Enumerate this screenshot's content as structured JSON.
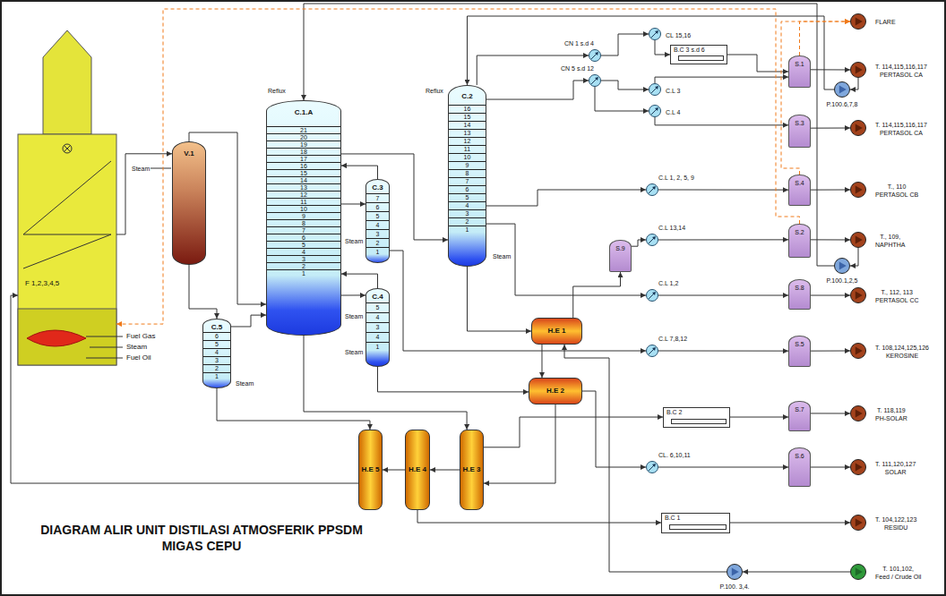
{
  "diagram": {
    "title": "DIAGRAM ALIR UNIT DISTILASI ATMOSFERIK PPSDM MIGAS CEPU",
    "nodes": [
      {
        "text": [
          "F 1,2,3,4,5"
        ]
      },
      {
        "text": [
          "V.1"
        ]
      },
      {
        "text": [
          "C.1.A",
          "21",
          "20",
          "19",
          "18",
          "17",
          "16",
          "15",
          "14",
          "13",
          "12",
          "11",
          "10",
          "9",
          "8",
          "7",
          "6",
          "5",
          "4",
          "3",
          "2",
          "1"
        ]
      },
      {
        "text": [
          "C.3",
          "7",
          "6",
          "5",
          "4",
          "3",
          "2",
          "1"
        ]
      },
      {
        "text": [
          "C.4",
          "5",
          "4",
          "3",
          "4",
          "1"
        ]
      },
      {
        "text": [
          "C.5",
          "6",
          "5",
          "4",
          "3",
          "2",
          "1"
        ]
      },
      {
        "text": [
          "C.2",
          "16",
          "15",
          "14",
          "13",
          "12",
          "11",
          "10",
          "9",
          "8",
          "7",
          "6",
          "5",
          "4",
          "3",
          "2",
          "1"
        ]
      },
      {
        "text": [
          "CN 1 s.d 4"
        ]
      },
      {
        "text": [
          "CN 5 s.d 12"
        ]
      },
      {
        "text": [
          "CL 15,16"
        ]
      },
      {
        "text": [
          "B.C 3 s.d 6"
        ]
      },
      {
        "text": [
          "C.L 3"
        ]
      },
      {
        "text": [
          "C.L 4"
        ]
      },
      {
        "text": [
          "C.L 1, 2, 5, 9"
        ]
      },
      {
        "text": [
          "S.9"
        ]
      },
      {
        "text": [
          "C.L 13,14"
        ]
      },
      {
        "text": [
          "C.L 1,2"
        ]
      },
      {
        "text": [
          "H.E 1"
        ]
      },
      {
        "text": [
          "C.L 7,8,12"
        ]
      },
      {
        "text": [
          "H.E 2"
        ]
      },
      {
        "text": [
          "H.E 5"
        ]
      },
      {
        "text": [
          "H.E 4"
        ]
      },
      {
        "text": [
          "H.E 3"
        ]
      },
      {
        "text": [
          "B.C 2"
        ]
      },
      {
        "text": [
          "CL. 6,10,11"
        ]
      },
      {
        "text": [
          "B.C 1"
        ]
      },
      {
        "text": [
          "S.1"
        ]
      },
      {
        "text": [
          "S.3"
        ]
      },
      {
        "text": [
          "S.4"
        ]
      },
      {
        "text": [
          "S.2"
        ]
      },
      {
        "text": [
          "S.8"
        ]
      },
      {
        "text": [
          "S.5"
        ]
      },
      {
        "text": [
          "S.7"
        ]
      },
      {
        "text": [
          "S.6"
        ]
      },
      {
        "text": [
          "FLARE"
        ]
      },
      {
        "text": [
          "T. 114,115,116,117",
          "PERTASOL CA"
        ]
      },
      {
        "text": [
          "P.100.6,7,8"
        ]
      },
      {
        "text": [
          "T. 114,115,116,117",
          "PERTASOL CA"
        ]
      },
      {
        "text": [
          "T., 110",
          "PERTASOL CB"
        ]
      },
      {
        "text": [
          "T., 109,",
          "NAPHTHA"
        ]
      },
      {
        "text": [
          "P.100.1,2,5"
        ]
      },
      {
        "text": [
          "T., 112, 113",
          "PERTASOL CC"
        ]
      },
      {
        "text": [
          "T. 108,124,125,126",
          "KEROSINE"
        ]
      },
      {
        "text": [
          "T. 118,119",
          "PH-SOLAR"
        ]
      },
      {
        "text": [
          "T. 111,120,127",
          "SOLAR"
        ]
      },
      {
        "text": [
          "T. 104,122,123",
          "RESIDU"
        ]
      },
      {
        "text": [
          "P.100. 3,4."
        ]
      },
      {
        "text": [
          "T. 101,102,",
          "Feed / Crude Oil"
        ]
      }
    ],
    "edges": [
      {
        "from": 47,
        "to": 46,
        "arrow": "to"
      },
      {
        "from": 46,
        "to": 17,
        "arrow": "to"
      },
      {
        "from": 17,
        "to": 19,
        "arrow": "to"
      },
      {
        "from": 19,
        "to": 22,
        "arrow": "to"
      },
      {
        "from": 22,
        "to": 21,
        "arrow": "to"
      },
      {
        "from": 21,
        "to": 20,
        "arrow": "to"
      },
      {
        "from": 20,
        "to": 0,
        "arrow": "to"
      },
      {
        "from": 0,
        "to": 1,
        "arrow": "to"
      },
      {
        "from": 1,
        "to": 2,
        "arrow": "to"
      },
      {
        "from": 1,
        "to": 5,
        "arrow": "to"
      },
      {
        "from": 5,
        "to": 2,
        "arrow": "to"
      },
      {
        "from": 2,
        "to": 6,
        "arrow": "to"
      },
      {
        "from": 2,
        "to": 3,
        "arrow": "to"
      },
      {
        "from": 3,
        "to": 2,
        "arrow": "to"
      },
      {
        "from": 2,
        "to": 4,
        "arrow": "to"
      },
      {
        "from": 4,
        "to": 2,
        "arrow": "to"
      },
      {
        "from": 6,
        "to": 7,
        "arrow": "to"
      },
      {
        "from": 6,
        "to": 8,
        "arrow": "to"
      },
      {
        "from": 7,
        "to": 9,
        "arrow": "to"
      },
      {
        "from": 9,
        "to": 10,
        "arrow": "to"
      },
      {
        "from": 10,
        "to": 26,
        "arrow": "to"
      },
      {
        "from": 8,
        "to": 11,
        "arrow": "to"
      },
      {
        "from": 8,
        "to": 12,
        "arrow": "to"
      },
      {
        "from": 11,
        "to": 26,
        "arrow": "to"
      },
      {
        "from": 12,
        "to": 27,
        "arrow": "to"
      },
      {
        "from": 26,
        "to": 35,
        "arrow": "to"
      },
      {
        "from": 27,
        "to": 37,
        "arrow": "to"
      },
      {
        "from": 35,
        "to": 36,
        "arrow": "to"
      },
      {
        "from": 36,
        "to": 6,
        "arrow": "to"
      },
      {
        "from": 6,
        "to": 13,
        "arrow": "to"
      },
      {
        "from": 13,
        "to": 28,
        "arrow": "to"
      },
      {
        "from": 28,
        "to": 38,
        "arrow": "to"
      },
      {
        "from": 6,
        "to": 17,
        "arrow": "to"
      },
      {
        "from": 17,
        "to": 14,
        "arrow": "to"
      },
      {
        "from": 14,
        "to": 15,
        "arrow": "to"
      },
      {
        "from": 15,
        "to": 29,
        "arrow": "to"
      },
      {
        "from": 29,
        "to": 39,
        "arrow": "to"
      },
      {
        "from": 39,
        "to": 40,
        "arrow": "to"
      },
      {
        "from": 40,
        "to": 2,
        "arrow": "to"
      },
      {
        "from": 6,
        "to": 16,
        "arrow": "to"
      },
      {
        "from": 16,
        "to": 30,
        "arrow": "to"
      },
      {
        "from": 30,
        "to": 41,
        "arrow": "to"
      },
      {
        "from": 3,
        "to": 18,
        "arrow": "to"
      },
      {
        "from": 18,
        "to": 31,
        "arrow": "to"
      },
      {
        "from": 31,
        "to": 42,
        "arrow": "to"
      },
      {
        "from": 2,
        "to": 22,
        "arrow": "to"
      },
      {
        "from": 22,
        "to": 23,
        "arrow": "to"
      },
      {
        "from": 23,
        "to": 32,
        "arrow": "to"
      },
      {
        "from": 32,
        "to": 43,
        "arrow": "to"
      },
      {
        "from": 4,
        "to": 19,
        "arrow": "to"
      },
      {
        "from": 19,
        "to": 24,
        "arrow": "to"
      },
      {
        "from": 24,
        "to": 33,
        "arrow": "to"
      },
      {
        "from": 33,
        "to": 44,
        "arrow": "to"
      },
      {
        "from": 5,
        "to": 20,
        "arrow": "to"
      },
      {
        "from": 21,
        "to": 25,
        "arrow": "to"
      },
      {
        "from": 25,
        "to": 45,
        "arrow": "to"
      },
      {
        "from": 26,
        "to": 34,
        "arrow": "to"
      },
      {
        "from": 28,
        "to": 34,
        "arrow": "to"
      },
      {
        "from": 29,
        "to": 0,
        "arrow": "to"
      }
    ],
    "labels": [
      "Reflux",
      "Reflux",
      "Steam",
      "Steam",
      "Steam",
      "Steam",
      "Steam",
      "Steam",
      "Fuel Gas",
      "Steam",
      "Fuel Oil"
    ]
  }
}
